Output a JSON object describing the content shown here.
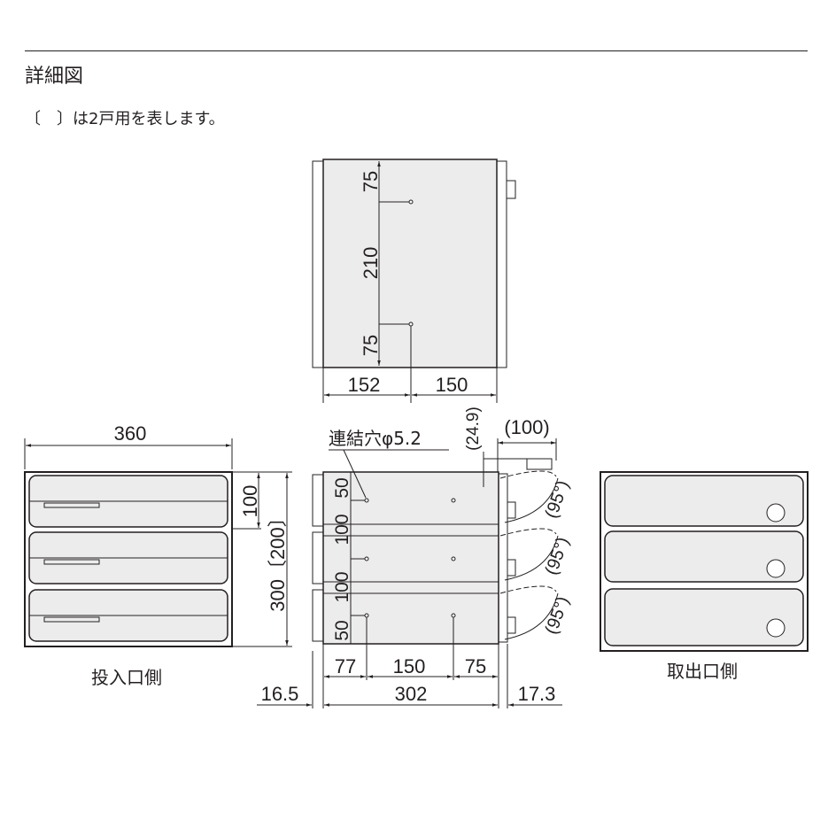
{
  "heading": "詳細図",
  "note": "〔　〕は2戸用を表します。",
  "top_view": {
    "dims": {
      "top": "75",
      "middle": "210",
      "bottom": "75",
      "left_width": "152",
      "right_width": "150"
    }
  },
  "front_view": {
    "label": "投入口側",
    "width": "360",
    "unit_height": "100",
    "total_height": "300〔200〕"
  },
  "side_view": {
    "hole_label": "連結穴φ5.2",
    "offset_top": "(24.9)",
    "door_open": "(100)",
    "angles": [
      "(95°)",
      "(95°)",
      "(95°)"
    ],
    "vertical_dims": [
      "50",
      "100",
      "100",
      "50"
    ],
    "horizontal_dims": [
      "77",
      "150",
      "75"
    ],
    "left_offset": "16.5",
    "depth": "302",
    "right_offset": "17.3"
  },
  "back_view": {
    "label": "取出口側"
  }
}
